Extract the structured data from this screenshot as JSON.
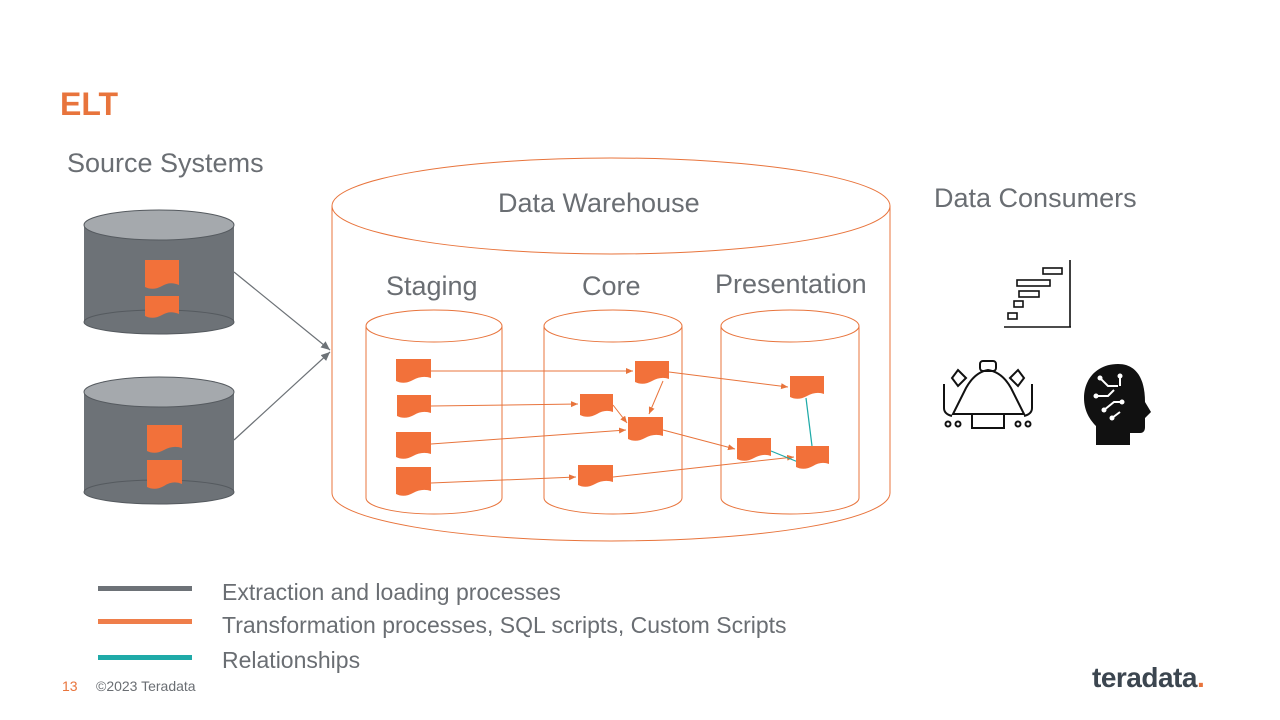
{
  "slide": {
    "title": "ELT",
    "page_number": "13",
    "copyright": "©2023 Teradata"
  },
  "labels": {
    "sources": "Source Systems",
    "warehouse": "Data Warehouse",
    "staging": "Staging",
    "core": "Core",
    "presentation": "Presentation",
    "consumers": "Data Consumers"
  },
  "legend": [
    {
      "label": "Extraction and loading processes",
      "color": "#6d7277"
    },
    {
      "label": "Transformation processes, SQL scripts, Custom Scripts",
      "color": "#ef7e4a"
    },
    {
      "label": "Relationships",
      "color": "#1faaa8"
    }
  ],
  "logo": {
    "text": "teradata",
    "dot": "."
  },
  "colors": {
    "accent": "#e8743c",
    "orange_box": "#f2713a",
    "db_body": "#6d7277",
    "db_top": "#a5a9ad",
    "teal": "#1faaa8",
    "text_gray": "#6a6e73"
  },
  "consumer_icons": [
    "gantt-chart-icon",
    "meeting-table-icon",
    "ai-head-icon"
  ]
}
